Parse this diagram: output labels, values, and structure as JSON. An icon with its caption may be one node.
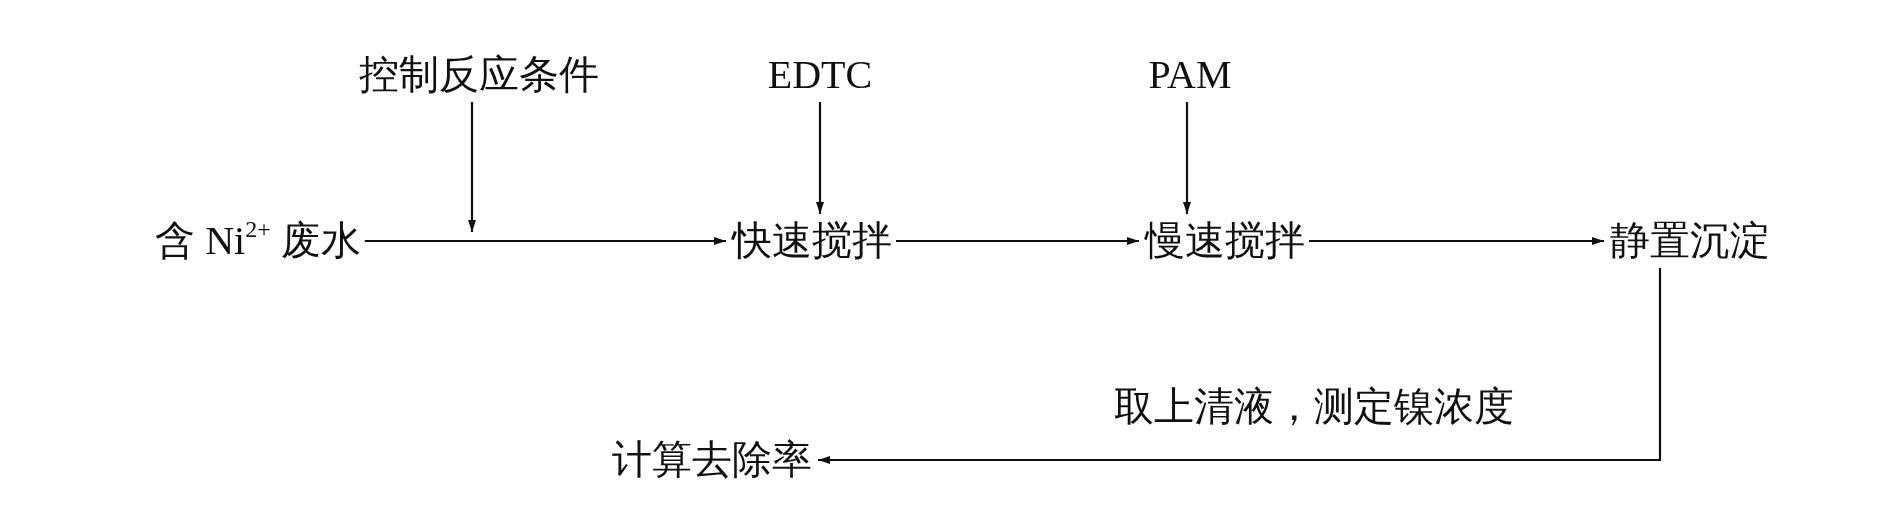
{
  "diagram": {
    "nodes": [
      {
        "text": [
          "含 Ni$^{2+}$ 废水"
        ]
      },
      {
        "text": [
          "控制反应条件"
        ]
      },
      {
        "text": [
          "EDTC"
        ]
      },
      {
        "text": [
          "快速搅拌"
        ]
      },
      {
        "text": [
          "PAM"
        ]
      },
      {
        "text": [
          "慢速搅拌"
        ]
      },
      {
        "text": [
          "静置沉淀"
        ]
      },
      {
        "text": [
          "计算去除率"
        ]
      }
    ],
    "edges": [
      {
        "from": 0,
        "to": 3,
        "arrow": "to"
      },
      {
        "from": 1,
        "to": null,
        "arrow": "to"
      },
      {
        "from": 2,
        "to": 3,
        "arrow": "to"
      },
      {
        "from": 3,
        "to": 5,
        "arrow": "to"
      },
      {
        "from": 4,
        "to": 5,
        "arrow": "to"
      },
      {
        "from": 5,
        "to": 6,
        "arrow": "to"
      },
      {
        "from": 6,
        "to": 7,
        "arrow": "to",
        "label": "取上清液，测定镍浓度"
      }
    ]
  }
}
